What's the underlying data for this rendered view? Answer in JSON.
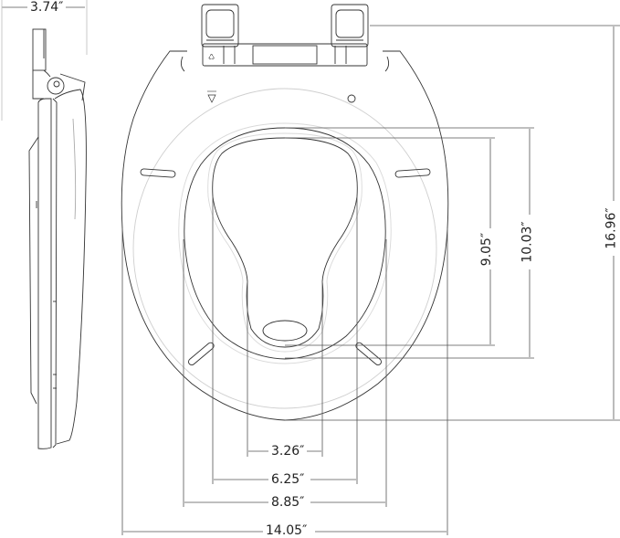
{
  "diagram": {
    "subject": "Toilet seat with built-in child seat insert - dimension drawing",
    "views": [
      "side-profile-view",
      "top-view"
    ],
    "line_color": "#333333",
    "faint_line_color": "#cfcfcf",
    "background": "#ffffff"
  },
  "dimensions": {
    "side_depth": {
      "label": "3.74″",
      "value_in": 3.74,
      "orientation": "horizontal",
      "measures": "seat height / thickness (side view)"
    },
    "child_narrow_width": {
      "label": "3.26″",
      "value_in": 3.26,
      "orientation": "horizontal",
      "measures": "child insert narrow opening width"
    },
    "child_opening_width": {
      "label": "6.25″",
      "value_in": 6.25,
      "orientation": "horizontal",
      "measures": "child insert opening width"
    },
    "adult_opening_width": {
      "label": "8.85″",
      "value_in": 8.85,
      "orientation": "horizontal",
      "measures": "adult opening width"
    },
    "overall_width": {
      "label": "14.05″",
      "value_in": 14.05,
      "orientation": "horizontal",
      "measures": "overall seat width"
    },
    "child_opening_length": {
      "label": "9.05″",
      "value_in": 9.05,
      "orientation": "vertical",
      "measures": "child insert opening length"
    },
    "adult_opening_length": {
      "label": "10.03″",
      "value_in": 10.03,
      "orientation": "vertical",
      "measures": "adult opening length"
    },
    "overall_length": {
      "label": "16.96″",
      "value_in": 16.96,
      "orientation": "vertical",
      "measures": "overall seat length incl. hinges"
    }
  }
}
